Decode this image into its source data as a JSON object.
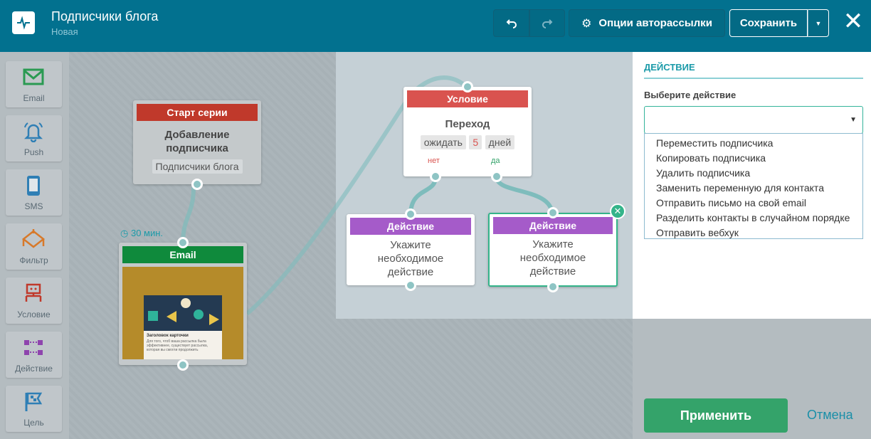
{
  "header": {
    "title": "Подписчики блога",
    "subtitle": "Новая",
    "options_label": "Опции авторассылки",
    "save_label": "Сохранить"
  },
  "tools": [
    {
      "label": "Email",
      "icon": "envelope-icon"
    },
    {
      "label": "Push",
      "icon": "bell-icon"
    },
    {
      "label": "SMS",
      "icon": "phone-icon"
    },
    {
      "label": "Фильтр",
      "icon": "filter-icon"
    },
    {
      "label": "Условие",
      "icon": "condition-icon"
    },
    {
      "label": "Действие",
      "icon": "action-icon"
    },
    {
      "label": "Цель",
      "icon": "flag-icon"
    }
  ],
  "nodes": {
    "start": {
      "header": "Старт серии",
      "title": "Добавление подписчика",
      "tag": "Подписчики блога",
      "color": "#c0392b"
    },
    "delay": {
      "label": "30 мин."
    },
    "email": {
      "header": "Email",
      "color": "#0f8a3c",
      "card_title": "Заголовок карточки",
      "card_text": "Для того, чтоб ваша рассылка была эффективнее, существует рассылка, которая вы смогли продолжить"
    },
    "condition": {
      "header": "Условие",
      "title": "Переход",
      "wait": "ожидать",
      "days_value": "5",
      "days": "дней",
      "branch_no": "нет",
      "branch_yes": "да",
      "color": "#d9534f"
    },
    "action_left": {
      "header": "Действие",
      "text": "Укажите необходимое действие",
      "color": "#a55bc9"
    },
    "action_right": {
      "header": "Действие",
      "text": "Укажите необходимое действие",
      "color": "#a55bc9"
    }
  },
  "panel": {
    "title": "ДЕЙСТВИЕ",
    "select_label": "Выберите действие",
    "select_value": "",
    "options": [
      "Переместить подписчика",
      "Копировать подписчика",
      "Удалить подписчика",
      "Заменить переменную для контакта",
      "Отправить письмо на свой email",
      "Разделить контакты в случайном порядке",
      "Отправить вебхук"
    ],
    "apply_label": "Применить",
    "cancel_label": "Отмена"
  },
  "colors": {
    "topbar": "#02718f",
    "accent": "#1a9aa8",
    "apply": "#34a36a"
  }
}
